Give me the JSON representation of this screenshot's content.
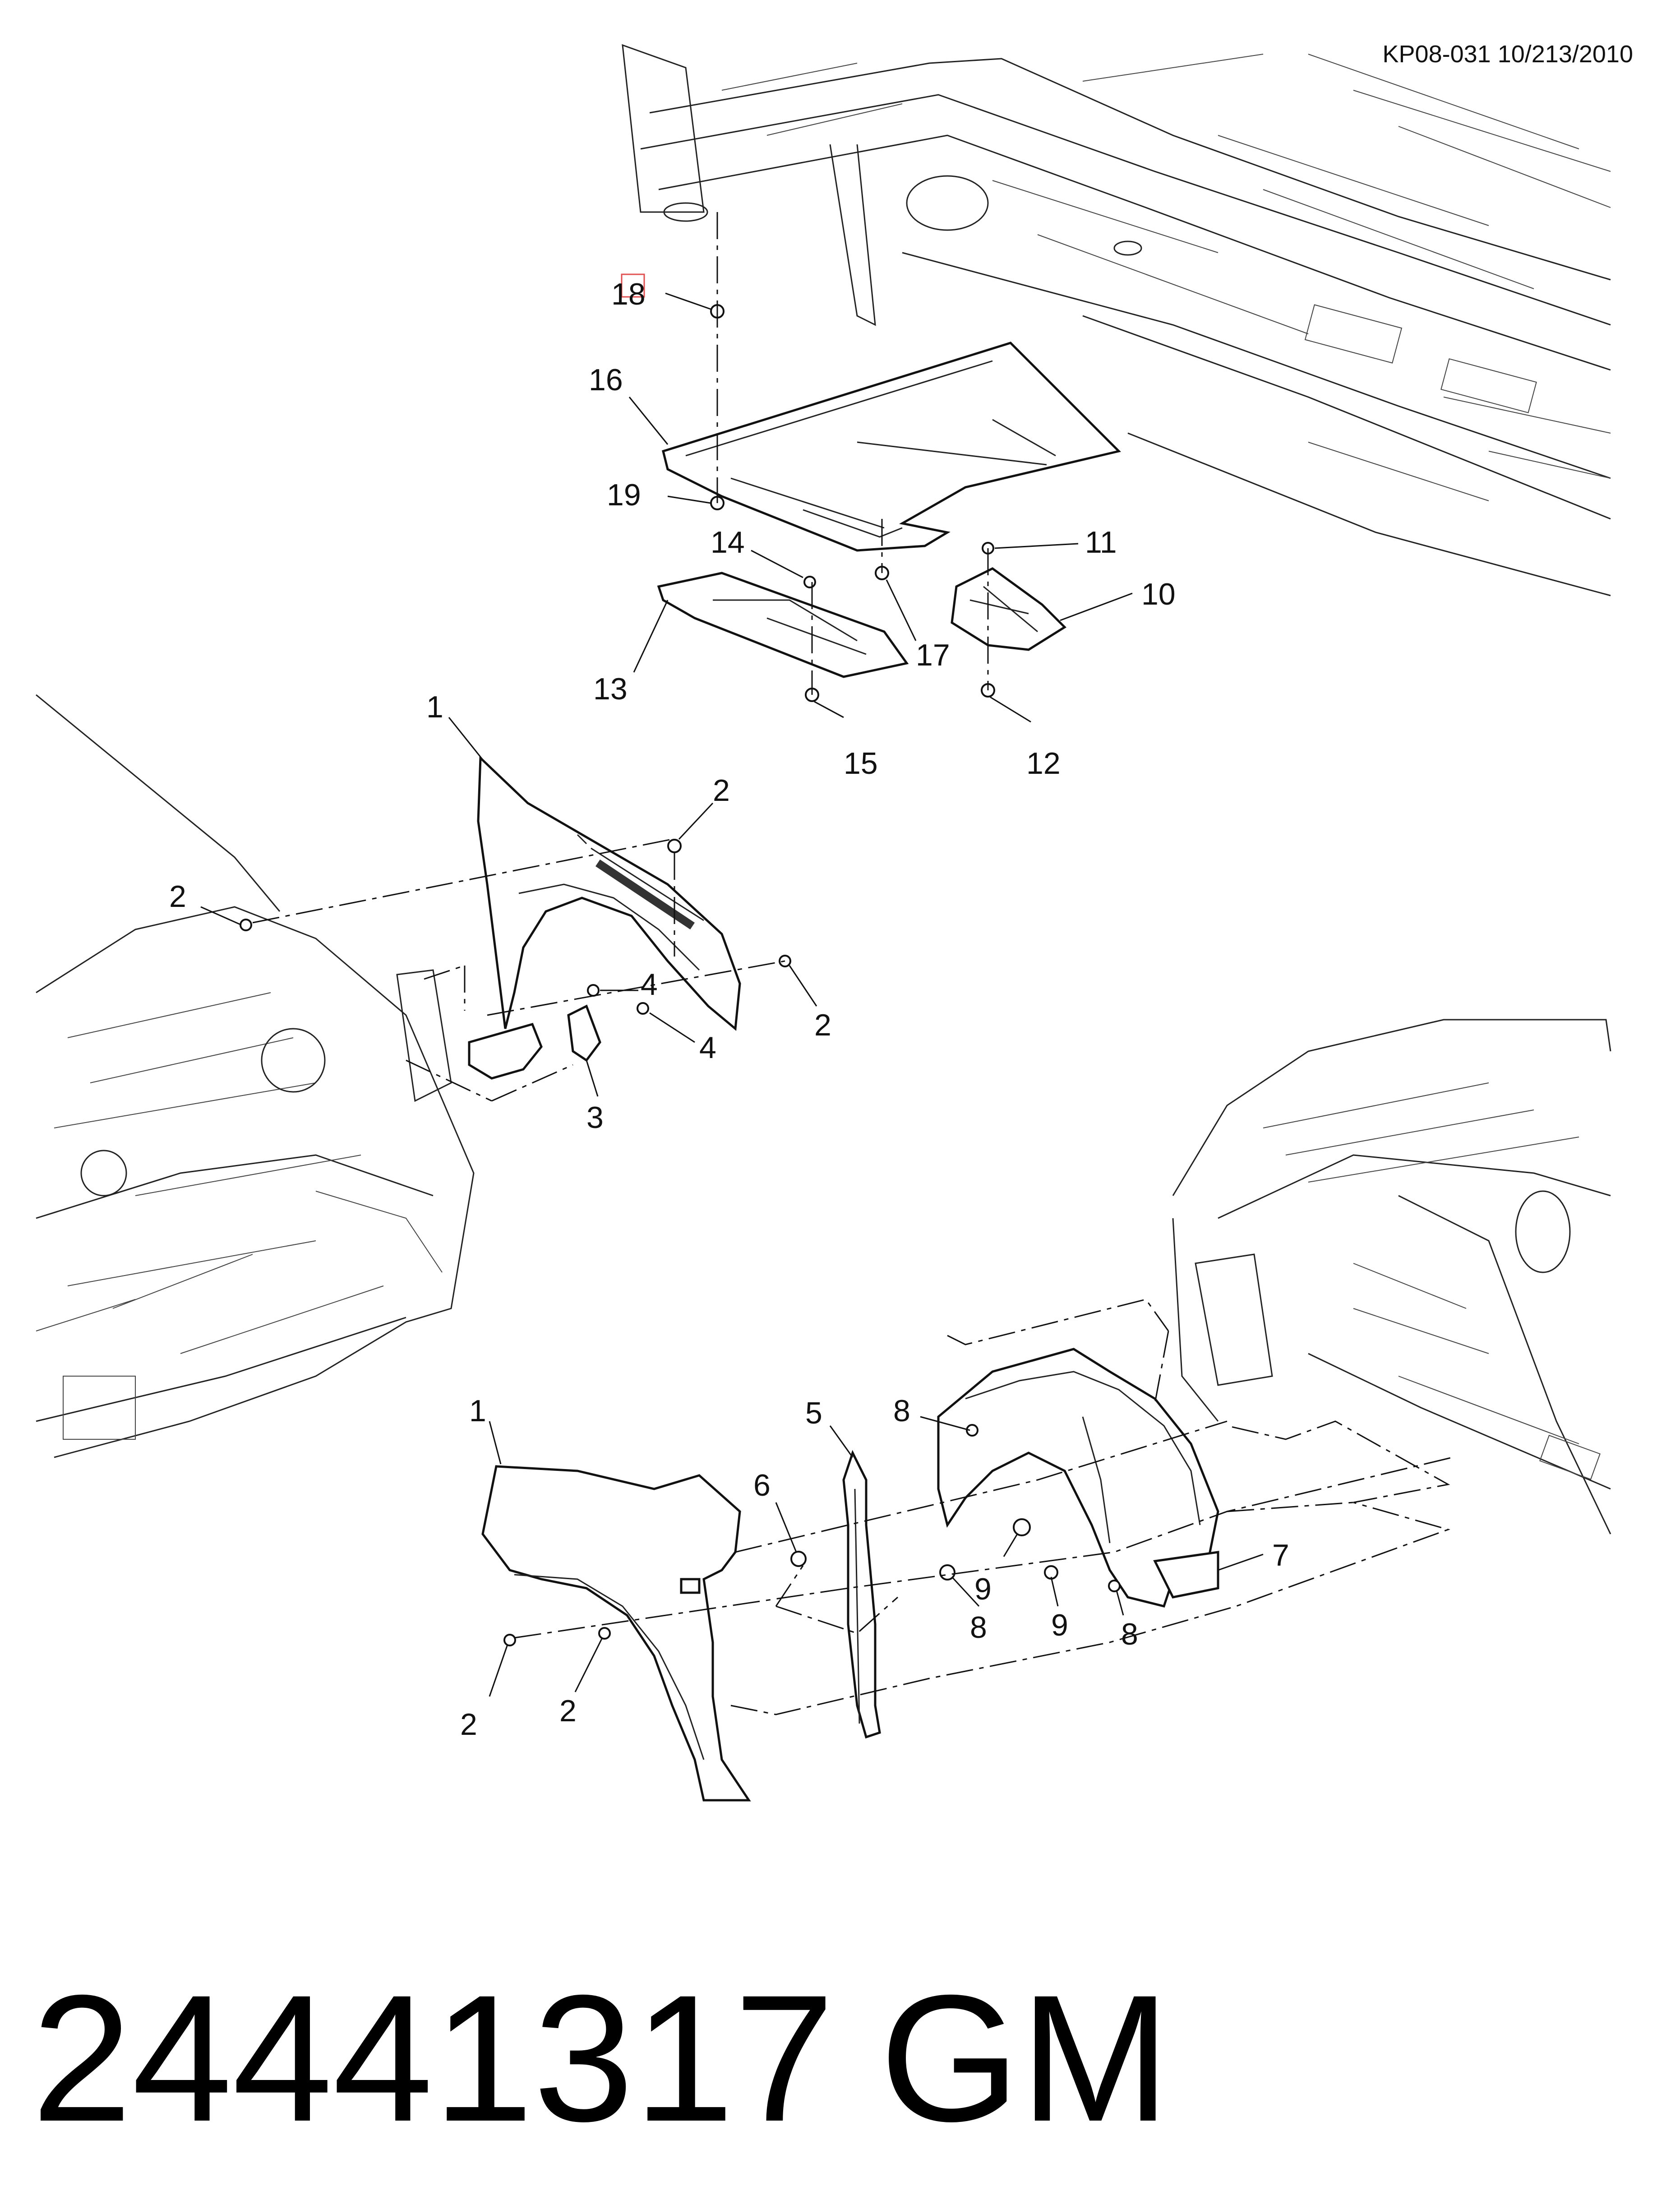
{
  "reference_code": "KP08-031 10/213/2010",
  "part_number": "24441317",
  "brand": "GM",
  "callouts": {
    "c1_upper": "1",
    "c1_lower": "1",
    "c2_a": "2",
    "c2_b": "2",
    "c2_c": "2",
    "c2_d": "2",
    "c2_e": "2",
    "c3": "3",
    "c4_a": "4",
    "c4_b": "4",
    "c5": "5",
    "c6": "6",
    "c7": "7",
    "c8_a": "8",
    "c8_b": "8",
    "c8_c": "8",
    "c9_a": "9",
    "c9_b": "9",
    "c10": "10",
    "c11": "11",
    "c12": "12",
    "c13": "13",
    "c14": "14",
    "c15": "15",
    "c16": "16",
    "c17": "17",
    "c18": "18",
    "c19": "19"
  }
}
